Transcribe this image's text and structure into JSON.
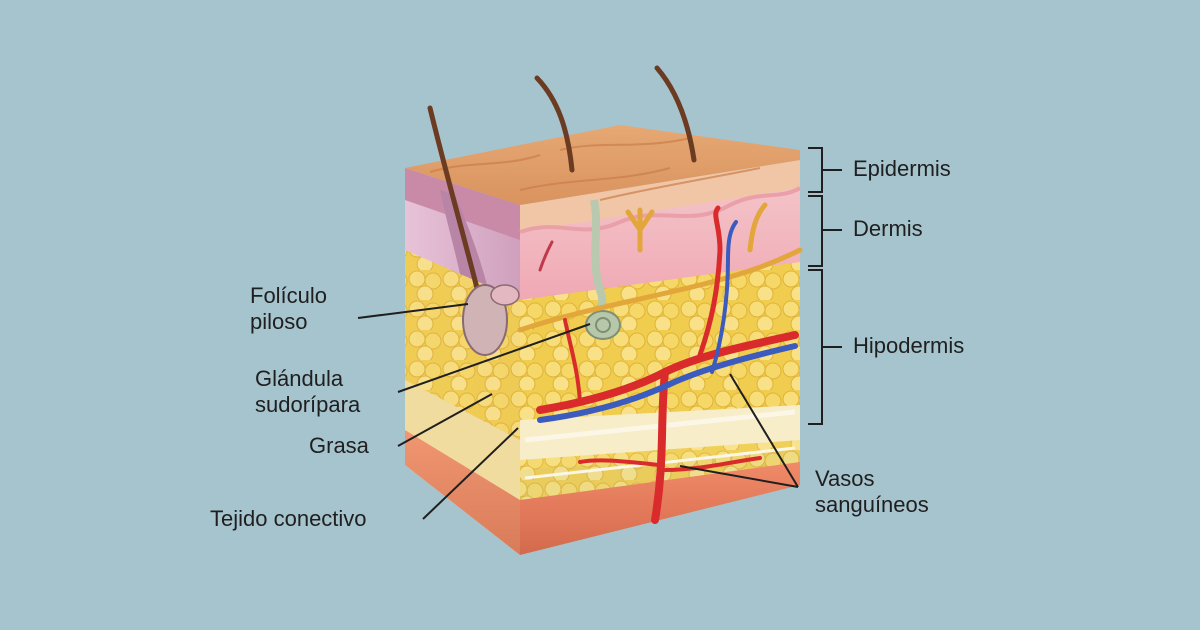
{
  "labels": {
    "epidermis": "Epidermis",
    "dermis": "Dermis",
    "hipodermis": "Hipodermis",
    "foliculo_line1": "Folículo",
    "foliculo_line2": "piloso",
    "glandula_line1": "Glándula",
    "glandula_line2": "sudorípara",
    "grasa": "Grasa",
    "tejido": "Tejido conectivo",
    "vasos_line1": "Vasos",
    "vasos_line2": "sanguíneos"
  },
  "colors": {
    "background": "#a6c4ce",
    "epidermis": "#e9b98a",
    "dermis": "#f0b8c0",
    "fat": "#f2d25a",
    "muscle": "#e07a5f",
    "artery": "#d92b2b",
    "vein": "#3b5bbf",
    "leader_line": "#1f1f1f"
  }
}
